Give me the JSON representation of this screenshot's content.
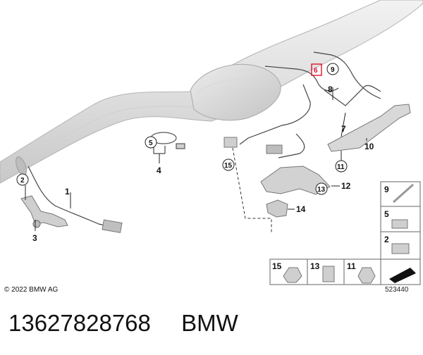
{
  "callouts": {
    "c1": "1",
    "c2": "2",
    "c3": "3",
    "c4": "4",
    "c5": "5",
    "c6": "6",
    "c7": "7",
    "c8": "8",
    "c9": "9",
    "c10": "10",
    "c11": "11",
    "c12": "12",
    "c13": "13",
    "c14": "14",
    "c15": "15"
  },
  "side_panel": [
    "9",
    "5",
    "2"
  ],
  "bottom_panel": [
    "15",
    "13",
    "11"
  ],
  "copyright": "© 2022 BMW AG",
  "doc_number": "523440",
  "footer": {
    "part_number": "13627828768",
    "brand": "BMW"
  },
  "colors": {
    "highlight": "#e0102a",
    "line": "#222222",
    "component": "#dcdcdc"
  }
}
